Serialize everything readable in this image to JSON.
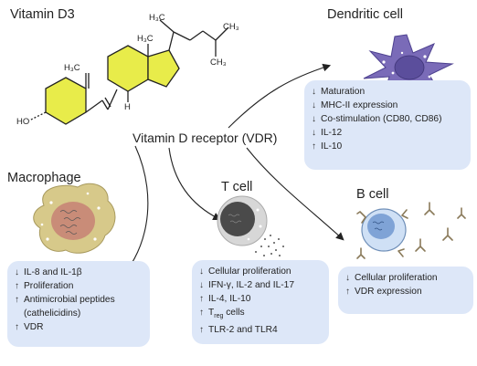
{
  "labels": {
    "vitamin": "Vitamin D3",
    "receptor": "Vitamin D receptor (VDR)",
    "dendritic": "Dendritic cell",
    "macrophage": "Macrophage",
    "tcell": "T cell",
    "bcell": "B cell"
  },
  "molecule": {
    "ho": "HO",
    "h3c_a": "H₃C",
    "h3c_b": "H₃C",
    "h3c_top": "H₃C",
    "ch3_a": "CH₃",
    "ch3_b": "CH₃",
    "h": "H"
  },
  "dendritic_effects": [
    {
      "dir": "↓",
      "text": "Maturation"
    },
    {
      "dir": "↓",
      "text": "MHC-II expression"
    },
    {
      "dir": "↓",
      "text": "Co-stimulation (CD80, CD86)"
    },
    {
      "dir": "↓",
      "text": "IL-12"
    },
    {
      "dir": "↑",
      "text": "IL-10"
    }
  ],
  "macrophage_effects": [
    {
      "dir": "↓",
      "text": "IL-8 and IL-1β"
    },
    {
      "dir": "↑",
      "text": "Proliferation"
    },
    {
      "dir": "↑",
      "text": "Antimicrobial peptides"
    },
    {
      "dir": "",
      "text": "(cathelicidins)"
    },
    {
      "dir": "↑",
      "text": "VDR"
    }
  ],
  "tcell_effects": [
    {
      "dir": "↓",
      "text": "Cellular proliferation"
    },
    {
      "dir": "↓",
      "text": "IFN-γ, IL-2 and IL-17"
    },
    {
      "dir": "↑",
      "text": "IL-4, IL-10"
    },
    {
      "dir": "↑",
      "text": "T",
      "sub": "reg",
      "after": " cells"
    },
    {
      "dir": "↑",
      "text": "TLR-2 and TLR4"
    }
  ],
  "bcell_effects": [
    {
      "dir": "↓",
      "text": "Cellular proliferation"
    },
    {
      "dir": "↑",
      "text": "VDR expression"
    }
  ],
  "colors": {
    "box": "#dde7f8",
    "ring_yellow": "#e8ec4a",
    "dendritic": "#7a6bb8",
    "macrophage": "#d7c98a",
    "nucleus": "#c98c78",
    "bcell": "#cfe0f5",
    "antibody": "#8a7a5a"
  }
}
